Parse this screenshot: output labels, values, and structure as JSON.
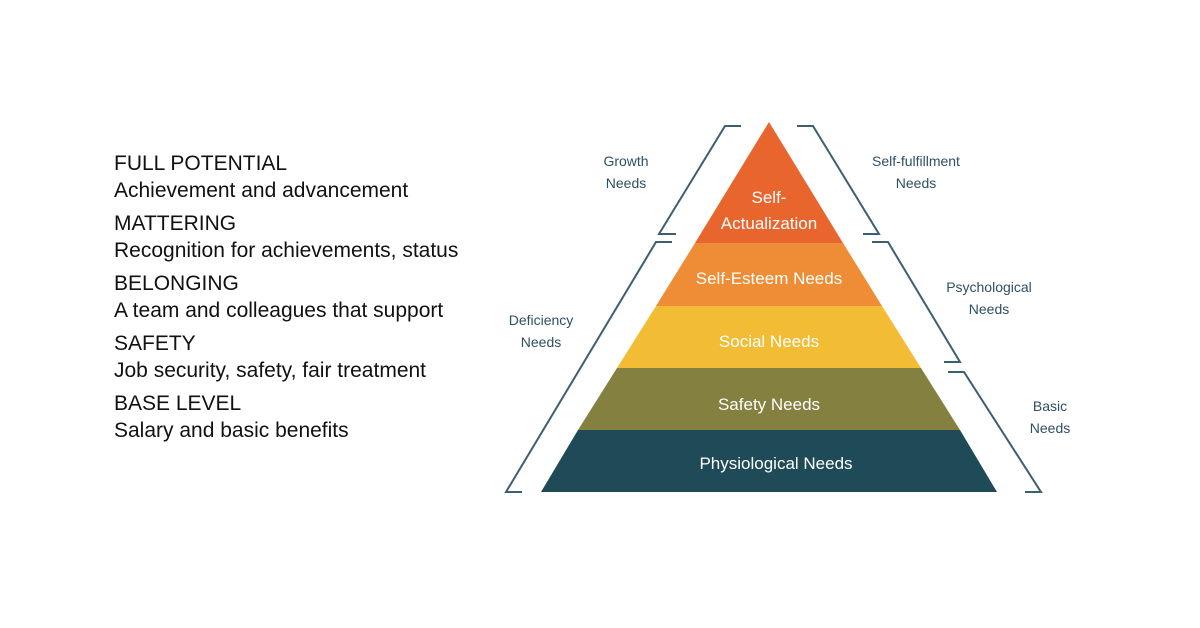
{
  "levels": [
    {
      "title": "FULL POTENTIAL",
      "desc": "Achievement and advancement"
    },
    {
      "title": "MATTERING",
      "desc": "Recognition for achievements, status"
    },
    {
      "title": "BELONGING",
      "desc": "A team and colleagues that support"
    },
    {
      "title": "SAFETY",
      "desc": "Job security, safety, fair treatment"
    },
    {
      "title": "BASE LEVEL",
      "desc": "Salary and basic benefits"
    }
  ],
  "pyramid": {
    "tiers": [
      {
        "line1": "Self-",
        "line2": "Actualization",
        "color": "#e9652e"
      },
      {
        "line1": "Self-Esteem Needs",
        "color": "#ef8c36"
      },
      {
        "line1": "Social Needs",
        "color": "#f2bd35"
      },
      {
        "line1": "Safety Needs",
        "color": "#848140"
      },
      {
        "line1": "Physiological Needs",
        "color": "#1f4a57"
      }
    ],
    "brackets": {
      "growth": {
        "line1": "Growth",
        "line2": "Needs"
      },
      "deficiency": {
        "line1": "Deficiency",
        "line2": "Needs"
      },
      "self_fulfillment": {
        "line1": "Self-fulfillment",
        "line2": "Needs"
      },
      "psychological": {
        "line1": "Psychological",
        "line2": "Needs"
      },
      "basic": {
        "line1": "Basic",
        "line2": "Needs"
      }
    },
    "bracket_color": "#3d5f72"
  }
}
